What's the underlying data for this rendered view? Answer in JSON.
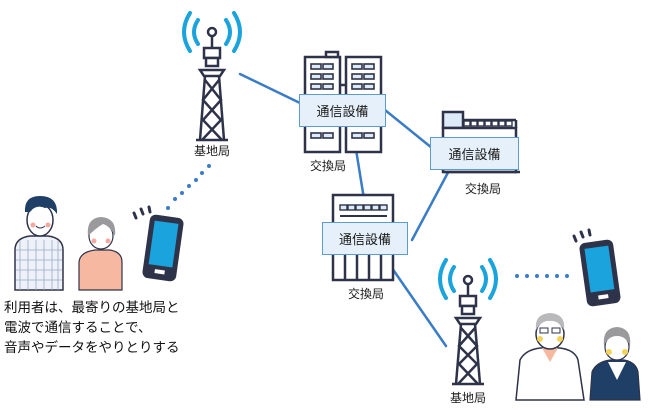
{
  "colors": {
    "link_line": "#3a7cc7",
    "signal_wave": "#1aa3dc",
    "tower_stroke": "#2f3349",
    "building_stroke": "#2f3349",
    "equipment_box_fill": "#e6f0fa",
    "equipment_box_border": "#5d9bd3",
    "phone_screen": "#1aa3dc"
  },
  "nodes": {
    "base_station_left": {
      "label": "基地局"
    },
    "base_station_right": {
      "label": "基地局"
    },
    "exchange_top": {
      "label": "交換局",
      "equipment": "通信設備"
    },
    "exchange_right": {
      "label": "交換局",
      "equipment": "通信設備"
    },
    "exchange_middle": {
      "label": "交換局",
      "equipment": "通信設備"
    }
  },
  "caption": {
    "lines": [
      "利用者は、最寄りの基地局と",
      "電波で通信することで、",
      "音声やデータをやりとりする"
    ]
  }
}
